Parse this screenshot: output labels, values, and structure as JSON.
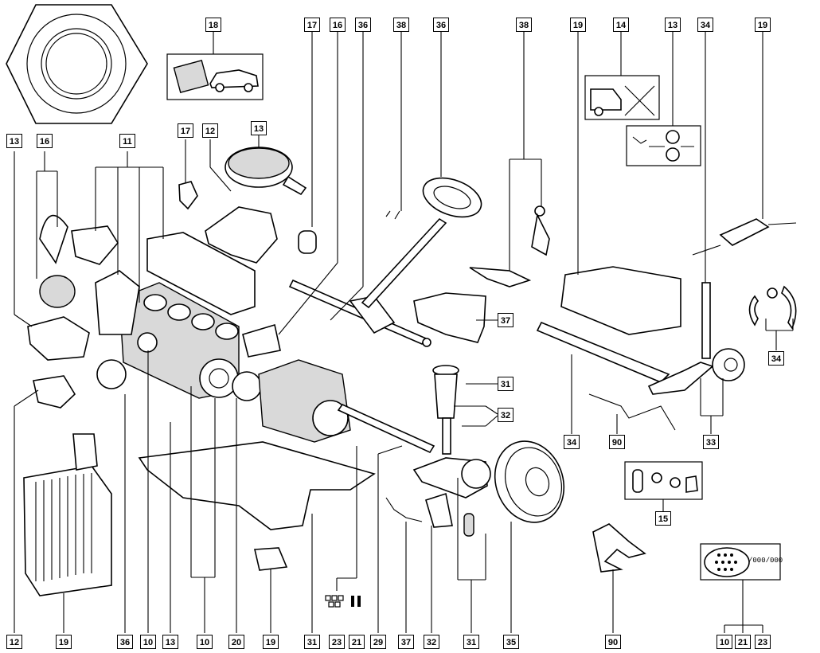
{
  "diagram": {
    "labels_top": [
      "18",
      "17",
      "16",
      "36",
      "38",
      "36",
      "38",
      "19",
      "14",
      "13",
      "34",
      "19"
    ],
    "labels_left": [
      "13",
      "16",
      "11",
      "17",
      "12",
      "13"
    ],
    "labels_right": [
      "37",
      "31",
      "32",
      "34"
    ],
    "labels_mid": [
      "34",
      "90",
      "33",
      "15"
    ],
    "labels_bottom": [
      "12",
      "19",
      "36",
      "10",
      "13",
      "10",
      "20",
      "19",
      "31",
      "23",
      "21",
      "29",
      "37",
      "32",
      "31",
      "35",
      "90",
      "10",
      "21",
      "23"
    ],
    "plate_text": "/000/000"
  }
}
